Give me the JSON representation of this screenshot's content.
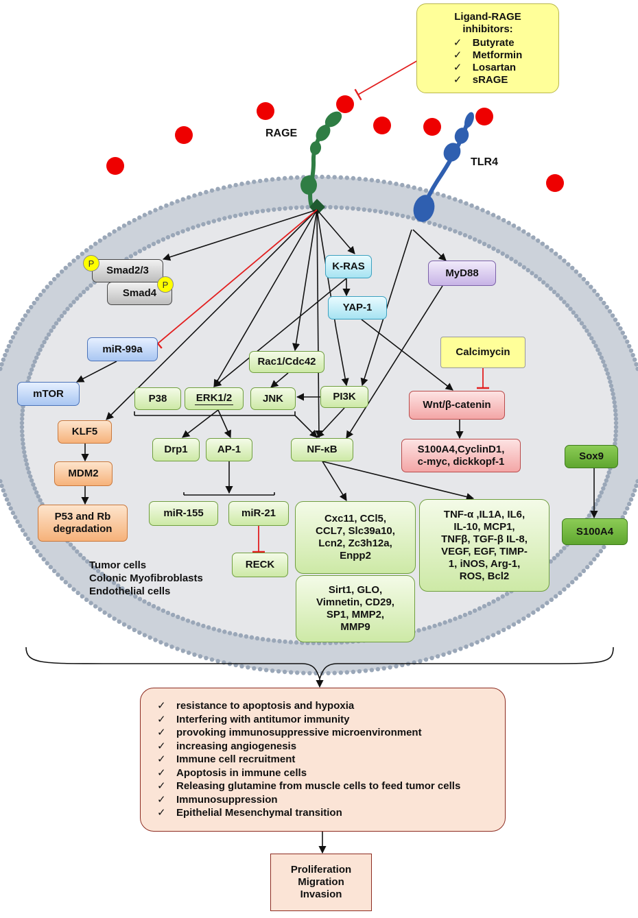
{
  "labels": {
    "rage": "RAGE",
    "tlr4": "TLR4",
    "phospho": "P"
  },
  "inhibitors": {
    "title": [
      "Ligand-RAGE",
      "inhibitors:"
    ],
    "items": [
      "Butyrate",
      "Metformin",
      "Losartan",
      "sRAGE"
    ]
  },
  "nodes": {
    "smad23": "Smad2/3",
    "smad4": "Smad4",
    "kras": "K-RAS",
    "yap1": "YAP-1",
    "myd88": "MyD88",
    "mir99a": "miR-99a",
    "mtor": "mTOR",
    "rac1": "Rac1/Cdc42",
    "p38": "P38",
    "erk": "ERK1/2",
    "jnk": "JNK",
    "pi3k": "PI3K",
    "calcimycin": "Calcimycin",
    "wnt": "Wnt/β-catenin",
    "klf5": "KLF5",
    "drp1": "Drp1",
    "ap1": "AP-1",
    "nfkb": "NF-κB",
    "s100a4_targets": [
      "S100A4,CyclinD1,",
      "c-myc, dickkopf-1"
    ],
    "sox9": "Sox9",
    "mdm2": "MDM2",
    "p53": [
      "P53 and Rb",
      "degradation"
    ],
    "mir155": "miR-155",
    "mir21": "miR-21",
    "s100a4": "S100A4",
    "reck": "RECK",
    "genes1": [
      "Cxc11, CCl5,",
      "CCL7, Slc39a10,",
      "Lcn2, Zc3h12a,",
      "Enpp2"
    ],
    "genes2": [
      "TNF-α ,IL1A, IL6,",
      "IL-10, MCP1,",
      "TNFβ, TGF-β IL-8,",
      "VEGF, EGF, TIMP-",
      "1, iNOS, Arg-1,",
      "ROS, Bcl2"
    ],
    "genes3": [
      "Sirt1, GLO,",
      "Vimnetin, CD29,",
      "SP1, MMP2,",
      "MMP9"
    ]
  },
  "cell_types": [
    "Tumor cells",
    "Colonic Myofibroblasts",
    "Endothelial cells"
  ],
  "effects": [
    "resistance to apoptosis and hypoxia",
    "Interfering with antitumor immunity",
    "provoking immunosuppressive microenvironment",
    "increasing angiogenesis",
    "Immune cell recruitment",
    "Apoptosis in immune cells",
    "Releasing glutamine from muscle cells to feed tumor cells",
    "Immunosuppression",
    "Epithelial Mesenchymal transition"
  ],
  "outcome": [
    "Proliferation",
    "Migration",
    "Invasion"
  ],
  "colors": {
    "membrane": "#9aa7b8",
    "cell_fill": "#e6e7ea",
    "ligand": "#ee0000",
    "rage": "#2f7d44",
    "tlr4": "#2f5fb0",
    "inhibit": "#e21f1f"
  }
}
